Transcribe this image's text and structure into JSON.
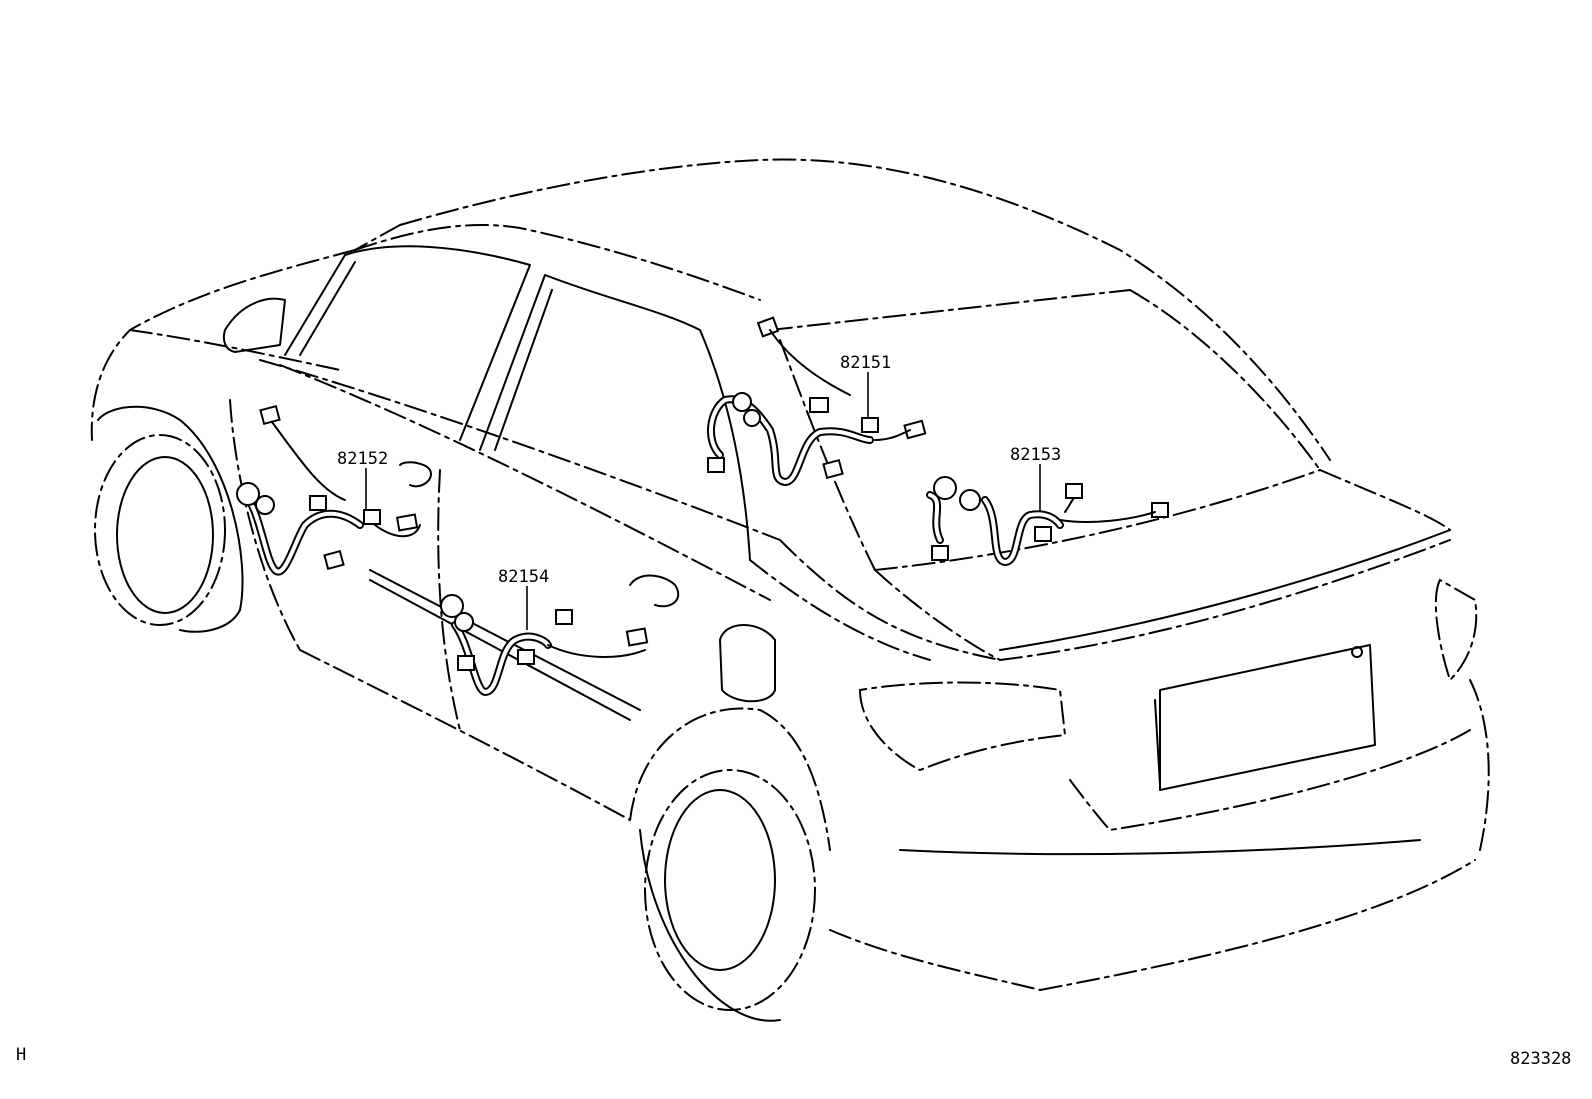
{
  "corner_code": "H",
  "figure_number": "823328",
  "part_labels": [
    {
      "id": "82151",
      "text": "82151"
    },
    {
      "id": "82152",
      "text": "82152"
    },
    {
      "id": "82153",
      "text": "82153"
    },
    {
      "id": "82154",
      "text": "82154"
    }
  ],
  "colors": {
    "line": "#000000",
    "background": "#ffffff"
  }
}
